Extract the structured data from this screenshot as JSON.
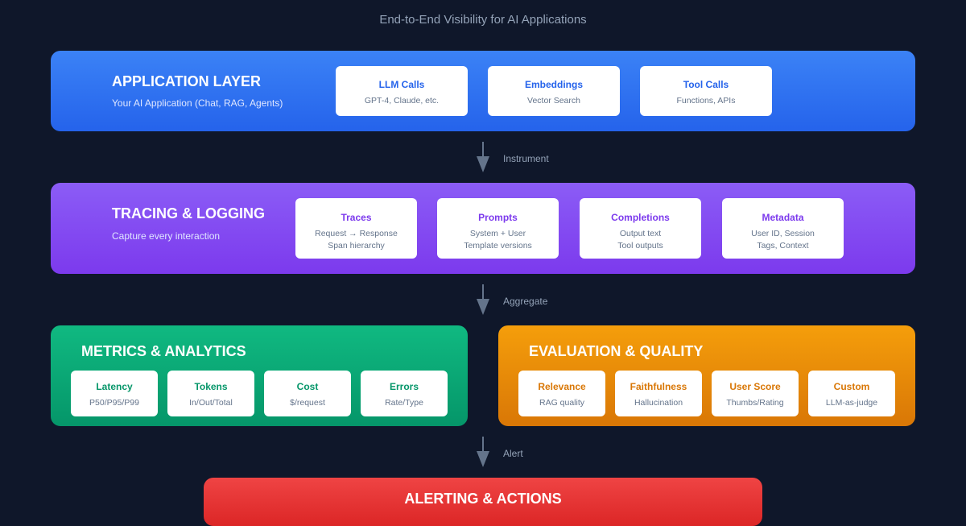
{
  "subtitle": "End-to-End Visibility for AI Applications",
  "colors": {
    "background": "#0f172a",
    "application": "#3b82f6",
    "tracing": "#8b5cf6",
    "metrics": "#10b981",
    "evaluation": "#f59e0b",
    "alerting": "#ef4444"
  },
  "application": {
    "title": "APPLICATION LAYER",
    "desc": "Your AI Application (Chat, RAG, Agents)",
    "cards": [
      {
        "title": "LLM Calls",
        "lines": [
          "GPT-4, Claude, etc."
        ]
      },
      {
        "title": "Embeddings",
        "lines": [
          "Vector Search"
        ]
      },
      {
        "title": "Tool Calls",
        "lines": [
          "Functions, APIs"
        ]
      }
    ]
  },
  "arrows": [
    "Instrument",
    "Aggregate",
    "Alert"
  ],
  "tracing": {
    "title": "TRACING & LOGGING",
    "desc": "Capture every interaction",
    "cards": [
      {
        "title": "Traces",
        "lines": [
          "Request → Response",
          "Span hierarchy"
        ]
      },
      {
        "title": "Prompts",
        "lines": [
          "System + User",
          "Template versions"
        ]
      },
      {
        "title": "Completions",
        "lines": [
          "Output text",
          "Tool outputs"
        ]
      },
      {
        "title": "Metadata",
        "lines": [
          "User ID, Session",
          "Tags, Context"
        ]
      }
    ]
  },
  "metrics": {
    "title": "METRICS & ANALYTICS",
    "cards": [
      {
        "title": "Latency",
        "lines": [
          "P50/P95/P99"
        ]
      },
      {
        "title": "Tokens",
        "lines": [
          "In/Out/Total"
        ]
      },
      {
        "title": "Cost",
        "lines": [
          "$/request"
        ]
      },
      {
        "title": "Errors",
        "lines": [
          "Rate/Type"
        ]
      }
    ]
  },
  "evaluation": {
    "title": "EVALUATION & QUALITY",
    "cards": [
      {
        "title": "Relevance",
        "lines": [
          "RAG quality"
        ]
      },
      {
        "title": "Faithfulness",
        "lines": [
          "Hallucination"
        ]
      },
      {
        "title": "User Score",
        "lines": [
          "Thumbs/Rating"
        ]
      },
      {
        "title": "Custom",
        "lines": [
          "LLM-as-judge"
        ]
      }
    ]
  },
  "alerting": {
    "title": "ALERTING & ACTIONS"
  }
}
